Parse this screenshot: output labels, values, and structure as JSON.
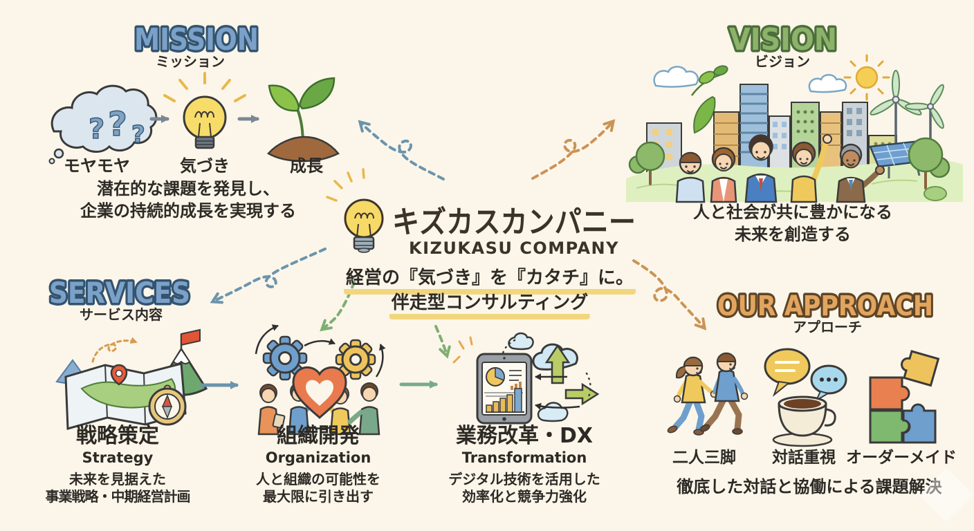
{
  "center": {
    "company_jp": "キズカスカンパニー",
    "company_en": "KIZUKASU COMPANY",
    "tagline_line1": "経営の『気づき』を『カタチ』に。",
    "tagline_line2": "伴走型コンサルティング"
  },
  "mission": {
    "title": "MISSION",
    "subtitle": "ミッション",
    "steps": [
      {
        "label": "モヤモヤ",
        "icon": "thought-cloud-question-marks"
      },
      {
        "label": "気づき",
        "icon": "lightbulb"
      },
      {
        "label": "成長",
        "icon": "sprout"
      }
    ],
    "description_line1": "潜在的な課題を発見し、",
    "description_line2": "企業の持続的成長を実現する"
  },
  "vision": {
    "title": "VISION",
    "subtitle": "ビジョン",
    "illustration": "people-city-sustainability",
    "description_line1": "人と社会が共に豊かになる",
    "description_line2": "未来を創造する"
  },
  "services": {
    "title": "SERVICES",
    "subtitle": "サービス内容",
    "items": [
      {
        "name_jp": "戦略策定",
        "name_en": "Strategy",
        "desc_line1": "未来を見据えた",
        "desc_line2": "事業戦略・中期経営計画",
        "icon": "map-mountain-compass"
      },
      {
        "name_jp": "組織開発",
        "name_en": "Organization",
        "desc_line1": "人と組織の可能性を",
        "desc_line2": "最大限に引き出す",
        "icon": "gears-heart-team"
      },
      {
        "name_jp": "業務改革・DX",
        "name_en": "Transformation",
        "desc_line1": "デジタル技術を活用した",
        "desc_line2": "効率化と競争力強化",
        "icon": "tablet-cloud-arrows"
      }
    ]
  },
  "approach": {
    "title": "OUR APPROACH",
    "subtitle": "アプローチ",
    "items": [
      {
        "label": "二人三脚",
        "icon": "walking-together"
      },
      {
        "label": "対話重視",
        "icon": "speech-bubbles-coffee"
      },
      {
        "label": "オーダーメイド",
        "icon": "puzzle-pieces"
      }
    ],
    "description": "徹底した対話と協働による課題解決"
  },
  "colors": {
    "background": "#fbf6e9",
    "mission_blue": "#7ba1c9",
    "vision_green": "#8eb16b",
    "approach_orange": "#e2a55f",
    "text_dark": "#2d2a26",
    "highlight_yellow": "#f2d67e"
  }
}
